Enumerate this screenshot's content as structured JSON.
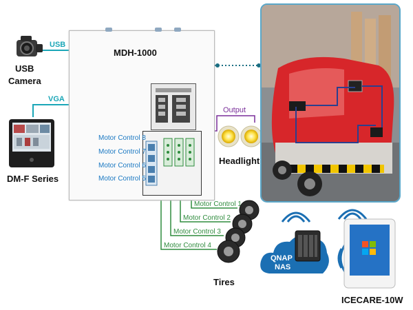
{
  "device": {
    "title": "MDH-1000"
  },
  "usb_camera": {
    "label_line1": "USB",
    "label_line2": "Camera",
    "port": "USB"
  },
  "display": {
    "label": "DM-F Series",
    "port": "VGA"
  },
  "output": {
    "label": "Output",
    "headlight": "Headlight"
  },
  "motor_controls_left": [
    "Motor Control 8",
    "Motor Control 7",
    "Motor Control 6",
    "Motor Control 5"
  ],
  "motor_controls_bottom": [
    "Motor Control 1",
    "Motor Control 2",
    "Motor Control 3",
    "Motor Control 4"
  ],
  "tires": {
    "label": "Tires"
  },
  "nas": {
    "line1": "QNAP",
    "line2": "NAS"
  },
  "tablet": {
    "label": "ICECARE-10W"
  },
  "colors": {
    "usb_line": "#1aa6b7",
    "motor_blue": "#1a78c2",
    "motor_green": "#2e8b3d",
    "output_line": "#7a2f9a"
  }
}
